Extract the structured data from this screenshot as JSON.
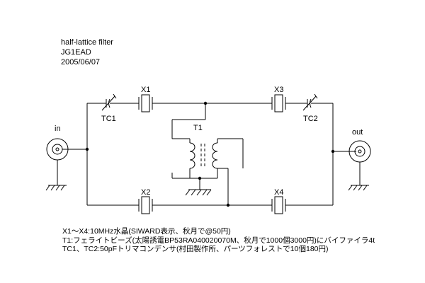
{
  "header": {
    "title": "half-lattice filter",
    "author": "JG1EAD",
    "date": "2005/06/07"
  },
  "labels": {
    "x1": "X1",
    "x2": "X2",
    "x3": "X3",
    "x4": "X4",
    "tc1": "TC1",
    "tc2": "TC2",
    "t1": "T1",
    "in": "in",
    "out": "out"
  },
  "notes": [
    "X1～X4:10MHz水晶(SIWARD表示、秋月で@50円)",
    "T1:フェライトビーズ(太陽誘電BP53RA040020070M、秋月で1000個3000円)にバイファイラ4t",
    "TC1、TC2:50pFトリマコンデンサ(村田製作所、パーツフォレストで10個180円)"
  ]
}
